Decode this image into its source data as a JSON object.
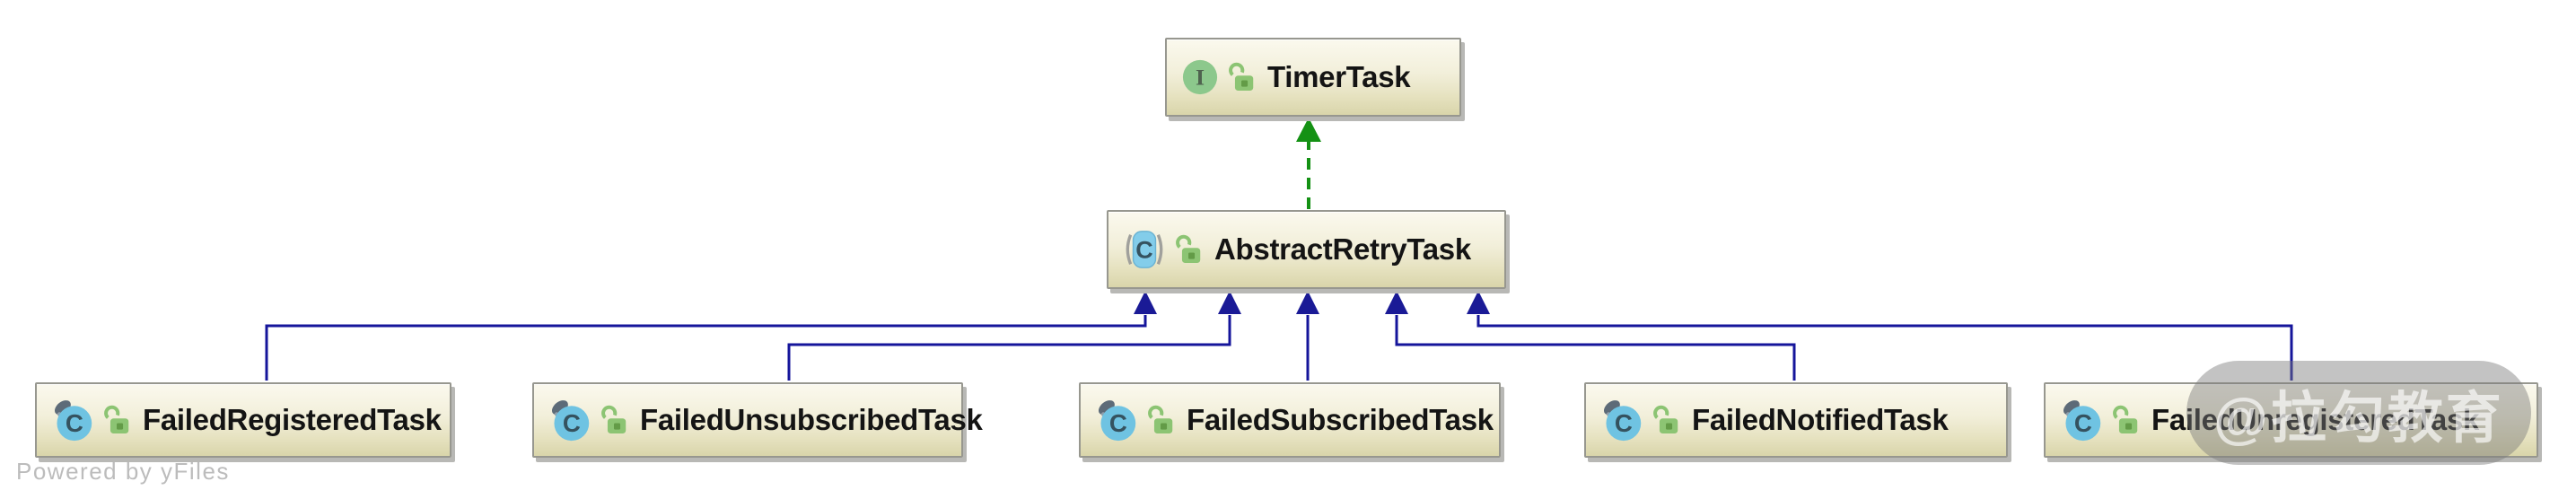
{
  "diagram": {
    "nodes": [
      {
        "id": "timer-task",
        "label": "TimerTask",
        "type": "interface",
        "visibility": "public"
      },
      {
        "id": "abstract-retry-task",
        "label": "AbstractRetryTask",
        "type": "abstract-class",
        "visibility": "public"
      },
      {
        "id": "failed-registered-task",
        "label": "FailedRegisteredTask",
        "type": "class",
        "visibility": "public"
      },
      {
        "id": "failed-unsubscribed-task",
        "label": "FailedUnsubscribedTask",
        "type": "class",
        "visibility": "public"
      },
      {
        "id": "failed-subscribed-task",
        "label": "FailedSubscribedTask",
        "type": "class",
        "visibility": "public"
      },
      {
        "id": "failed-notified-task",
        "label": "FailedNotifiedTask",
        "type": "class",
        "visibility": "public"
      },
      {
        "id": "failed-unregistered-task",
        "label": "FailedUnregisteredTask",
        "type": "class",
        "visibility": "public"
      }
    ],
    "edges": [
      {
        "from": "AbstractRetryTask",
        "to": "TimerTask",
        "relation": "implements",
        "style": "dashed-green-arrow"
      },
      {
        "from": "FailedRegisteredTask",
        "to": "AbstractRetryTask",
        "relation": "extends",
        "style": "solid-navy-arrow"
      },
      {
        "from": "FailedUnsubscribedTask",
        "to": "AbstractRetryTask",
        "relation": "extends",
        "style": "solid-navy-arrow"
      },
      {
        "from": "FailedSubscribedTask",
        "to": "AbstractRetryTask",
        "relation": "extends",
        "style": "solid-navy-arrow"
      },
      {
        "from": "FailedNotifiedTask",
        "to": "AbstractRetryTask",
        "relation": "extends",
        "style": "solid-navy-arrow"
      },
      {
        "from": "FailedUnregisteredTask",
        "to": "AbstractRetryTask",
        "relation": "extends",
        "style": "solid-navy-arrow"
      }
    ]
  },
  "icons": {
    "interface_letter": "I",
    "class_letter": "C",
    "abstract_class_letter": "C"
  },
  "watermark": {
    "text": "@拉勾教育"
  },
  "footer": {
    "powered_by": "Powered by yFiles"
  },
  "colors": {
    "edge_extends_navy": "#15159b",
    "edge_implements_green": "#149114",
    "node_fill_top": "#fbf9ee",
    "node_fill_bottom": "#d9d5aa",
    "node_border": "#97978f",
    "class_icon_blue": "#6fc3e2",
    "interface_icon_green": "#8cc88c",
    "lock_icon_green": "#8cc473"
  }
}
